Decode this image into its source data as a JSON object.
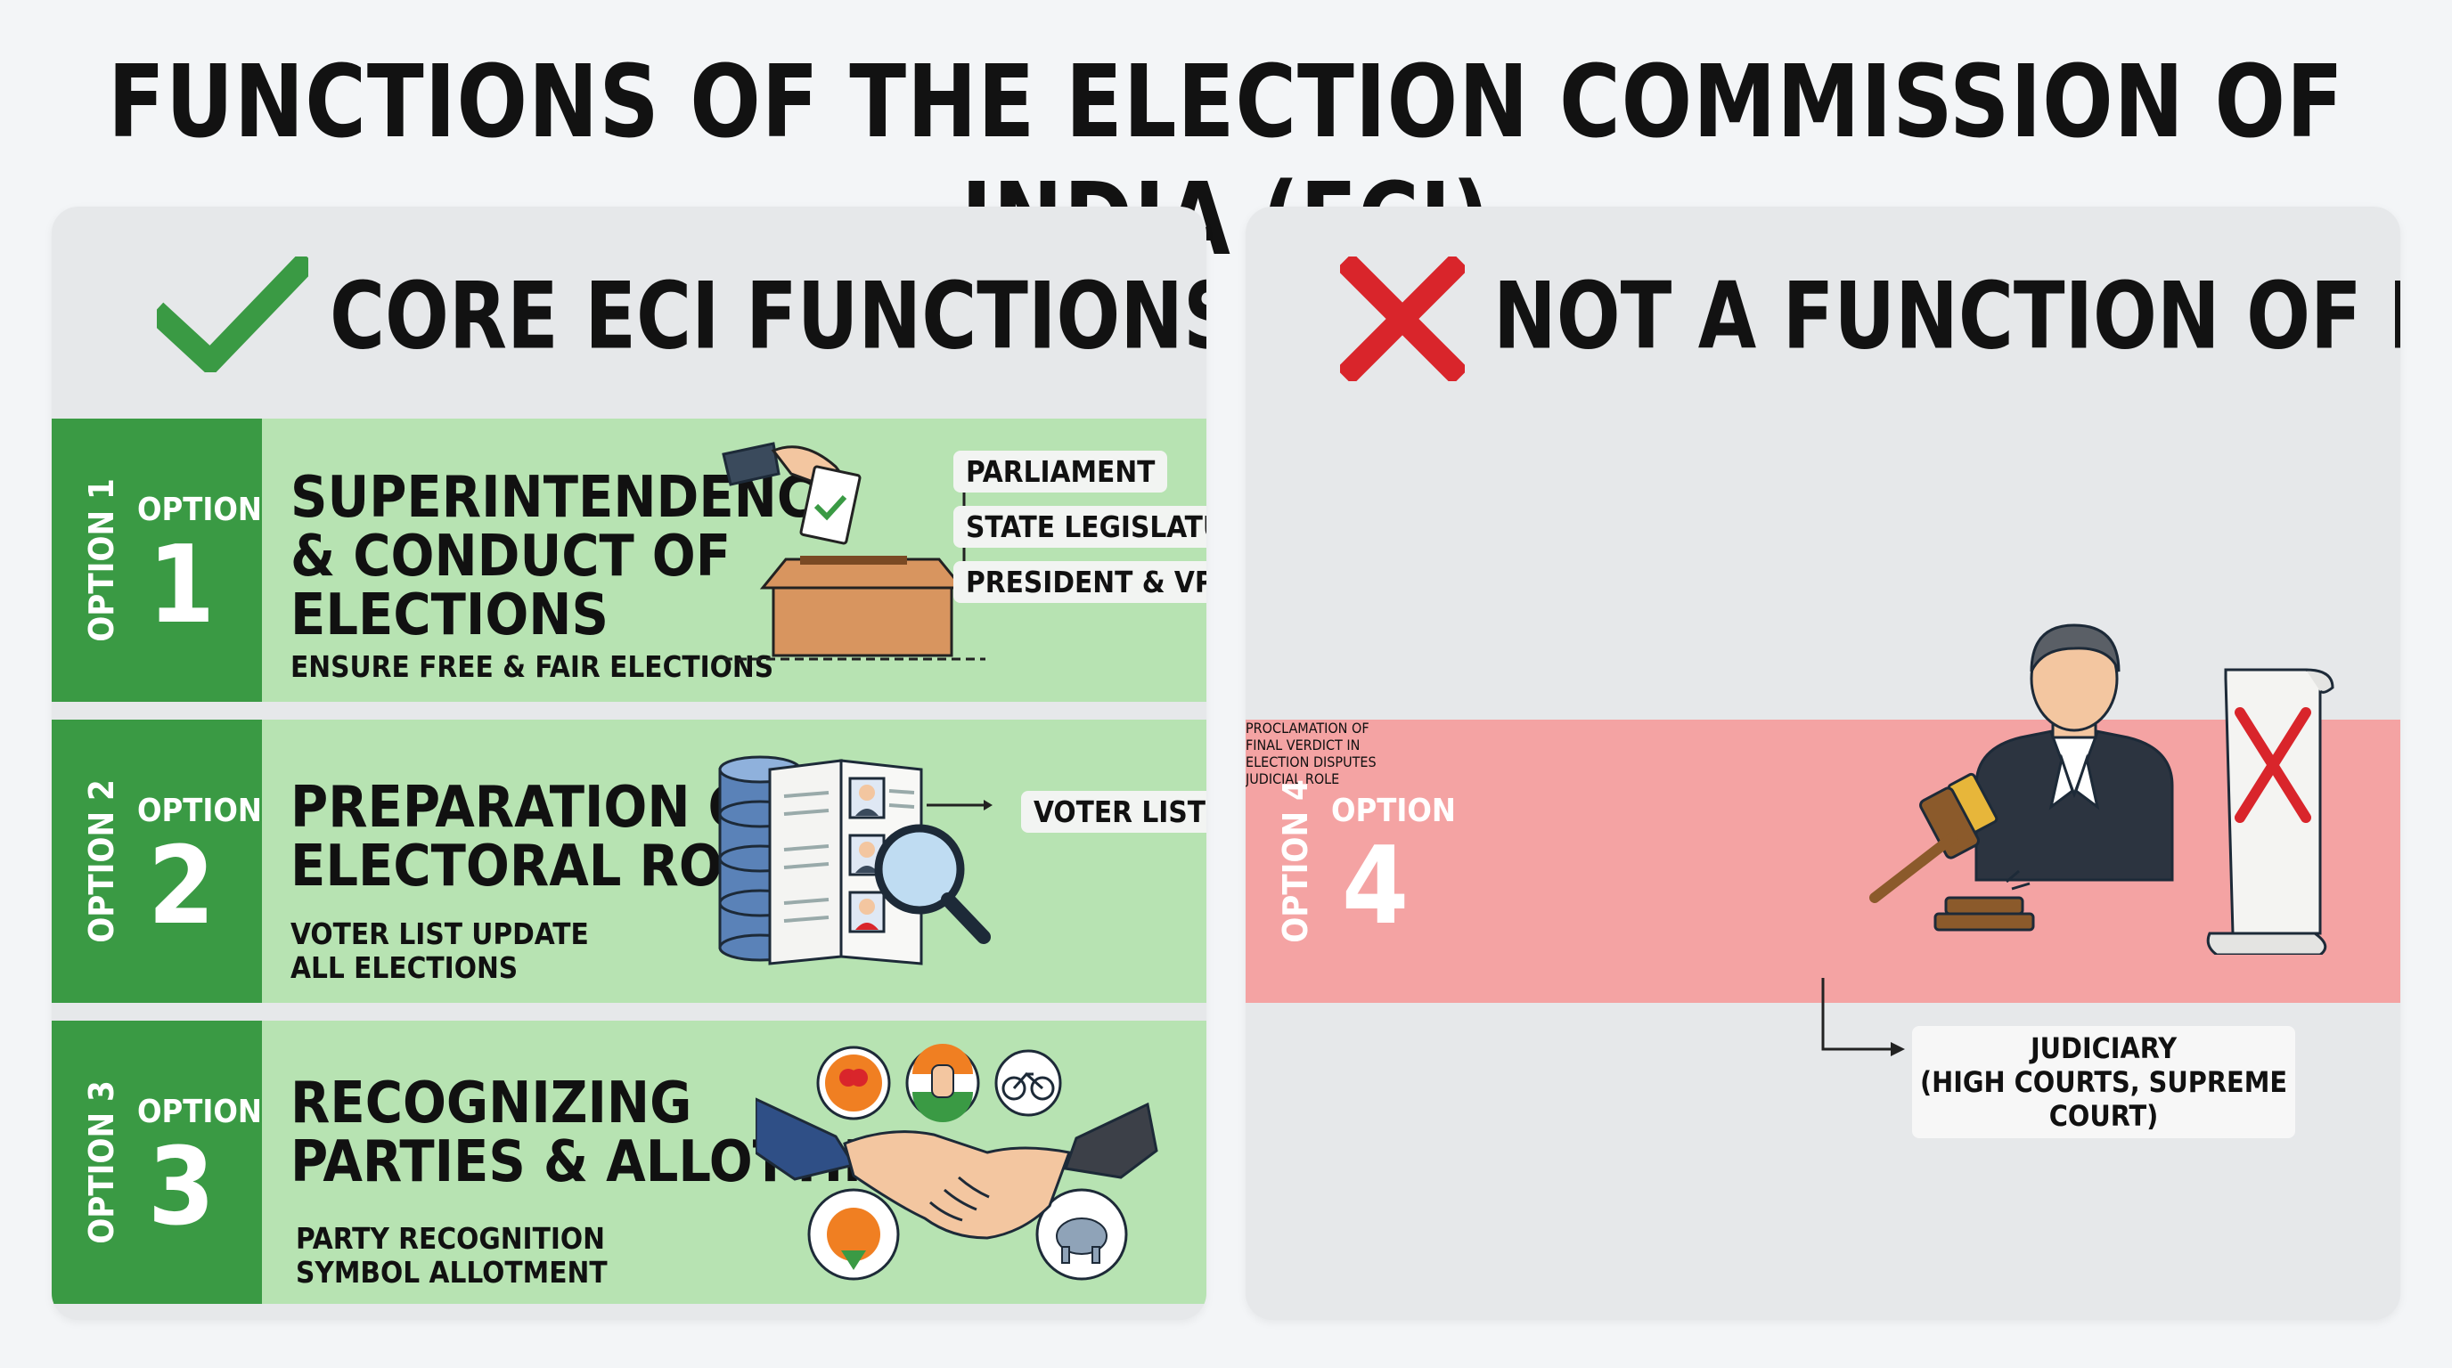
{
  "title": "FUNCTIONS OF THE ELECTION COMMISSION OF INDIA (ECI)",
  "left_panel": {
    "heading": "CORE ECI FUNCTIONS",
    "options": [
      {
        "vertical": "OPTION 1",
        "label": "OPTION",
        "number": "1",
        "title_lines": [
          "SUPERINTENDENCE",
          "& CONDUCT OF",
          "ELECTIONS"
        ],
        "sub_lines": [
          "ENSURE FREE & FAIR ELECTIONS"
        ],
        "tags": [
          "PARLIAMENT",
          "STATE LEGISLATURES",
          "PRESIDENT & VP"
        ]
      },
      {
        "vertical": "OPTION 2",
        "label": "OPTION",
        "number": "2",
        "title_lines": [
          "PREPARATION OF",
          "ELECTORAL ROLLS"
        ],
        "sub_lines": [
          "VOTER LIST UPDATE",
          "ALL ELECTIONS"
        ],
        "tags": [
          "VOTER LIST"
        ]
      },
      {
        "vertical": "OPTION 3",
        "label": "OPTION",
        "number": "3",
        "title_lines": [
          "RECOGNIZING",
          "PARTIES & ALLOTTING"
        ],
        "sub_lines": [
          "PARTY RECOGNITION",
          "SYMBOL ALLOTMENT"
        ],
        "tags": []
      }
    ]
  },
  "right_panel": {
    "heading": "NOT A FUNCTION OF ECI",
    "option": {
      "vertical": "OPTION 4",
      "label": "OPTION",
      "number": "4",
      "title_lines": [
        "PROCLAMATION OF",
        "FINAL VERDICT IN",
        "ELECTION DISPUTES"
      ],
      "sub_lines": [
        "JUDICIAL ROLE"
      ]
    },
    "judiciary_lines": [
      "JUDICIARY",
      "(HIGH COURTS, SUPREME COURT)"
    ]
  },
  "colors": {
    "green_tab": "#3a9a44",
    "green_row": "#b7e3b2",
    "red_tab": "#d9252b",
    "red_row": "#f4a3a3",
    "check": "#3a9a44",
    "cross": "#d9252b"
  }
}
